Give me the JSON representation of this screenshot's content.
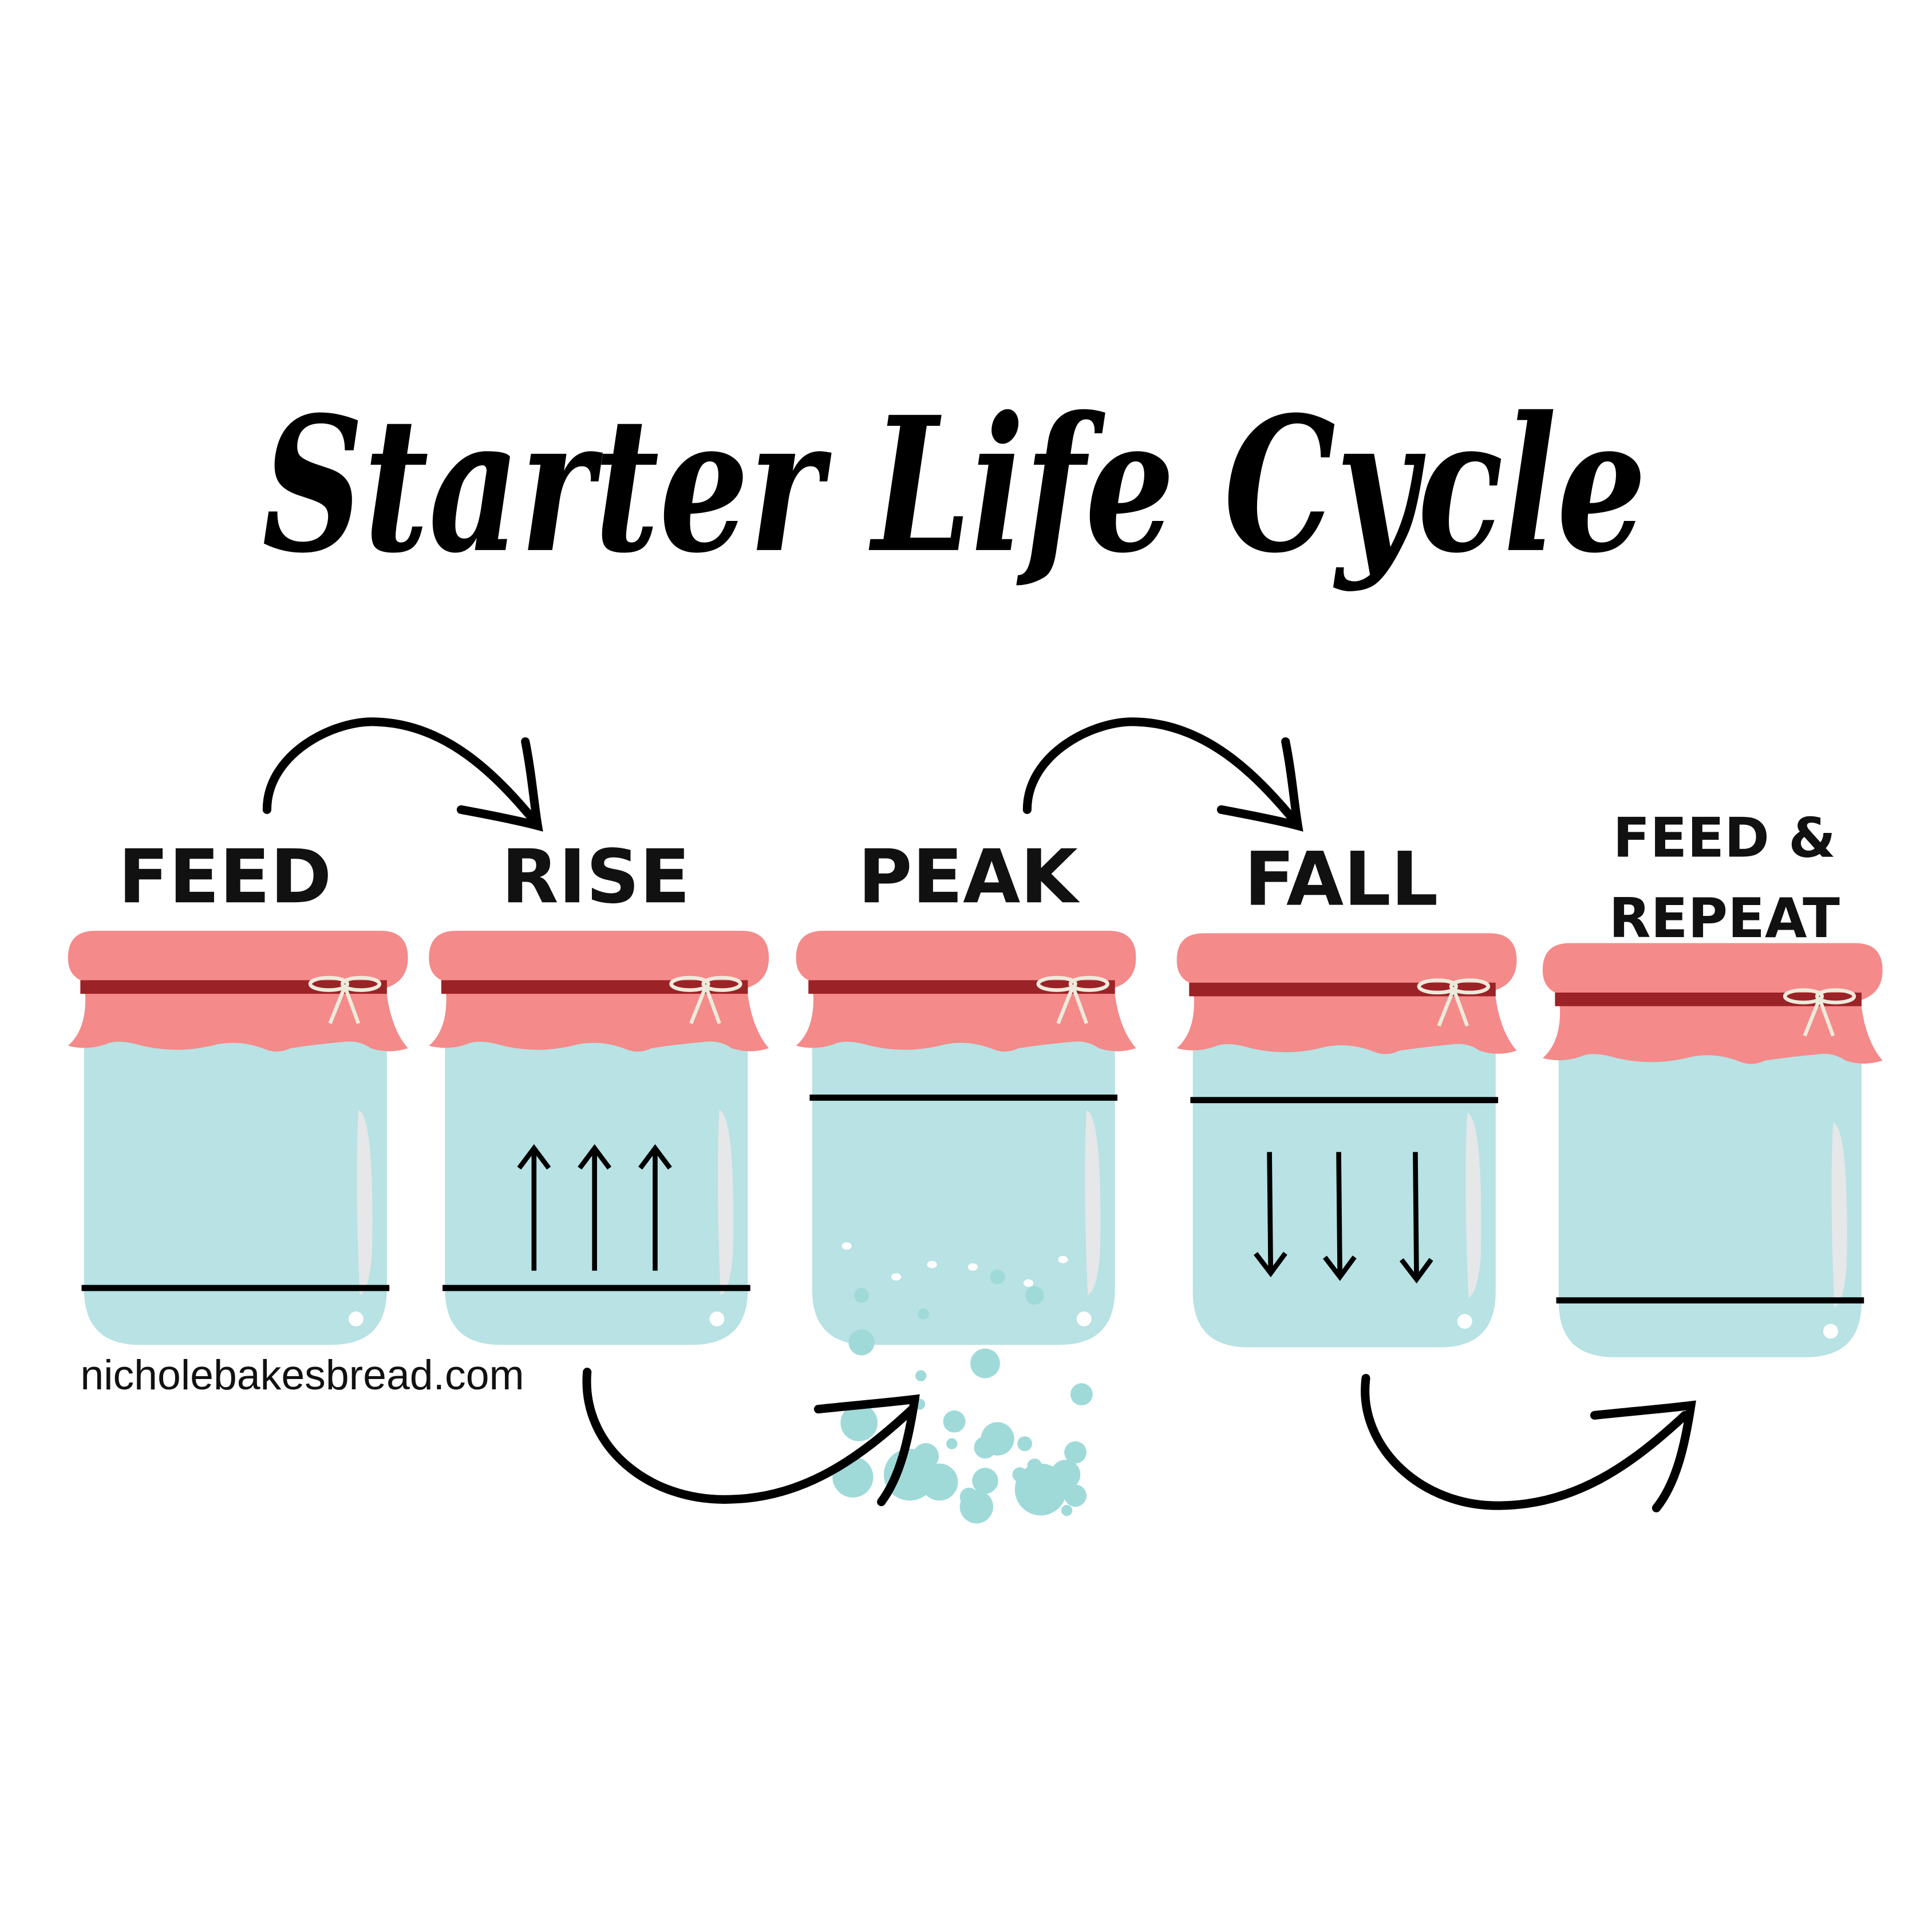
{
  "title": "Starter Life Cycle",
  "website": "nicholebakesbread.com",
  "stages": [
    {
      "label": "FEED",
      "level": "low",
      "marker": "none"
    },
    {
      "label": "RISE",
      "level": "low",
      "marker": "up-arrows"
    },
    {
      "label": "PEAK",
      "level": "high",
      "marker": "bubbles"
    },
    {
      "label": "FALL",
      "level": "high",
      "marker": "down-arrows"
    },
    {
      "label_line1": "FEED &",
      "label_line2": "REPEAT",
      "level": "low",
      "marker": "none"
    }
  ],
  "colors": {
    "cover": "#F48A8A",
    "band": "#9B2226",
    "jar": "#B8E2E3",
    "bubble": "#9FDAD9",
    "highlight": "#E6E7E8",
    "bow": "#EDEADB",
    "ink": "#000000"
  }
}
